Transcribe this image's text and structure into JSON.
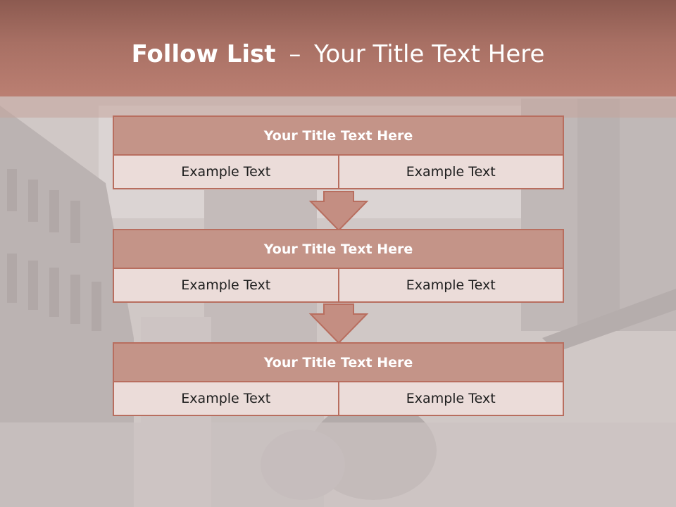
{
  "slide": {
    "title_strong": "Follow List",
    "title_dash": "–",
    "title_rest": "Your Title Text Here"
  },
  "blocks": [
    {
      "title": "Your Title Text Here",
      "cells": [
        "Example Text",
        "Example Text"
      ]
    },
    {
      "title": "Your Title Text Here",
      "cells": [
        "Example Text",
        "Example Text"
      ]
    },
    {
      "title": "Your Title Text Here",
      "cells": [
        "Example Text",
        "Example Text"
      ]
    }
  ],
  "colors": {
    "header": "#b07668",
    "block_title_fill": "#c49488",
    "block_border": "#b86e5f",
    "cell_fill": "#ebdcd9",
    "arrow_fill": "#c48e82"
  }
}
